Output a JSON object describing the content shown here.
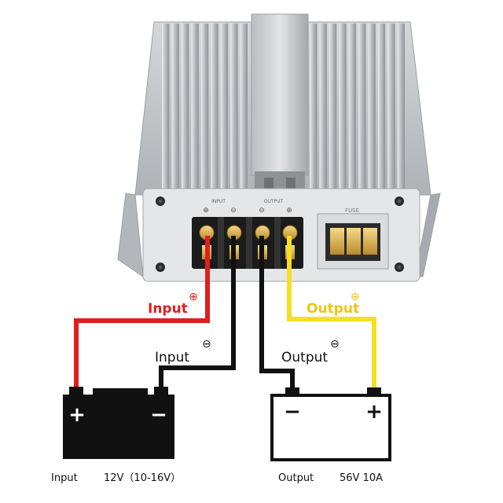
{
  "device": {
    "panel_labels": {
      "input": "INPUT",
      "output": "OUTPUT",
      "fuse": "FUSE"
    },
    "terminal_marks": [
      "⊕",
      "⊖",
      "⊖",
      "⊕"
    ]
  },
  "wires": {
    "input_plus": {
      "label": "Input",
      "sign": "⊕",
      "color": "#e01e1e",
      "sign_color": "#e01e1e"
    },
    "input_minus": {
      "label": "Input",
      "sign": "⊖",
      "color": "#111111",
      "sign_color": "#111111"
    },
    "output_minus": {
      "label": "Output",
      "sign": "⊖",
      "color": "#111111",
      "sign_color": "#111111"
    },
    "output_plus": {
      "label": "Output",
      "sign": "⊕",
      "color": "#f4e020",
      "sign_color": "#f1c40f"
    }
  },
  "input_battery": {
    "plus_mark": "+",
    "minus_mark": "−",
    "caption_left": "Input",
    "caption_right": "12V（10-16V）"
  },
  "output_load": {
    "minus_mark": "−",
    "plus_mark": "+",
    "caption_left": "Output",
    "caption_right": "56V 10A"
  },
  "colors": {
    "red": "#e01e1e",
    "yellow": "#f4e020",
    "black": "#111111",
    "aluminum": "#c9ccd0"
  }
}
